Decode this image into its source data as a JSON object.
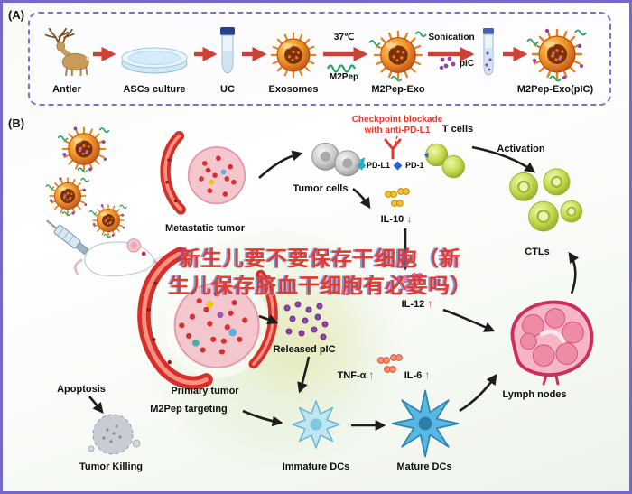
{
  "panelA": {
    "tag": "(A)",
    "labels": {
      "antler": "Antler",
      "ascs": "ASCs culture",
      "uc": "UC",
      "exosomes": "Exosomes",
      "m2pep_exo": "M2Pep-Exo",
      "m2pep_exo_pic": "M2Pep-Exo(pIC)",
      "temp": "37℃",
      "m2pep": "M2Pep",
      "sonication": "Sonication",
      "pic": "pIC"
    }
  },
  "panelB": {
    "tag": "(B)",
    "labels": {
      "checkpoint_line1": "Checkpoint blockade",
      "checkpoint_line2": "with anti-PD-L1",
      "t_cells": "T cells",
      "pd_l1": "PD-L1",
      "pd_1": "PD-1",
      "tumor_cells": "Tumor cells",
      "activation": "Activation",
      "metastatic_tumor": "Metastatic tumor",
      "il10": "IL-10",
      "ctls": "CTLs",
      "il12": "IL-12",
      "released_pic": "Released pIC",
      "tnf_alpha": "TNF-α",
      "il6": "IL-6",
      "apoptosis": "Apoptosis",
      "primary_tumor": "Primary tumor",
      "m2pep_targeting": "M2Pep targeting",
      "lymph_nodes": "Lymph nodes",
      "tumor_killing": "Tumor Killing",
      "immature_dcs": "Immature DCs",
      "mature_dcs": "Mature DCs"
    },
    "symbols": {
      "up": "↑",
      "down": "↓"
    }
  },
  "watermark": {
    "line1": "新生儿要不要保存干细胞（新",
    "line2": "生儿保存脐血干细胞有必要吗）"
  },
  "colors": {
    "border_purple": "#7668c9",
    "arrow_red": "#cf4036",
    "checkpoint_red": "#e8362d",
    "pic_purple": "#8e44ad",
    "exosome_orange": "#f39c2d"
  }
}
